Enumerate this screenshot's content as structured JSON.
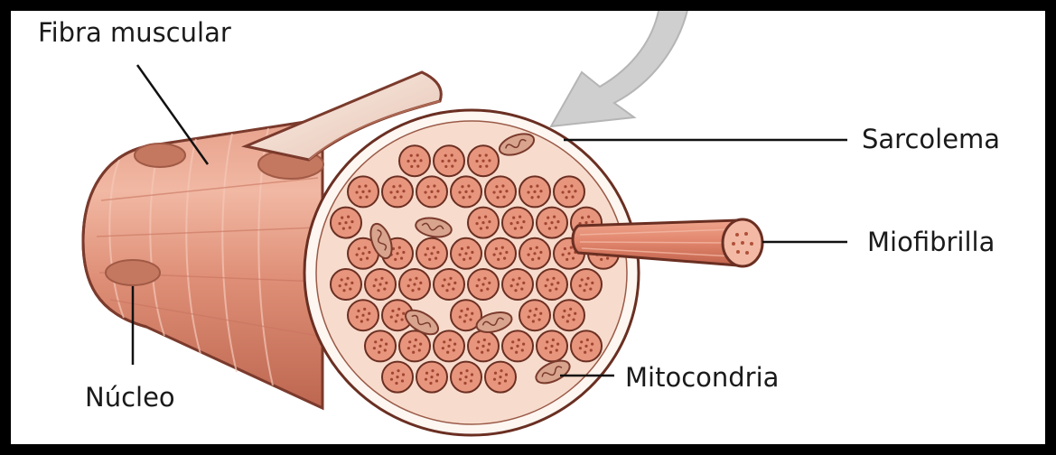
{
  "labels": {
    "fibra_muscular": "Fibra muscular",
    "sarcolema": "Sarcolema",
    "miofibrilla": "Miofibrilla",
    "mitocondria": "Mitocondria",
    "nucleo": "Núcleo"
  },
  "colors": {
    "frame": "#000000",
    "background": "#ffffff",
    "muscle_outer": "#e08f78",
    "muscle_dark": "#c46a55",
    "cross_section": "#f6d6c6",
    "myofibril_fill": "#e8957e",
    "mitochondria": "#c98a70",
    "arrow": "#c9c9c9",
    "leader_line": "#111111"
  }
}
